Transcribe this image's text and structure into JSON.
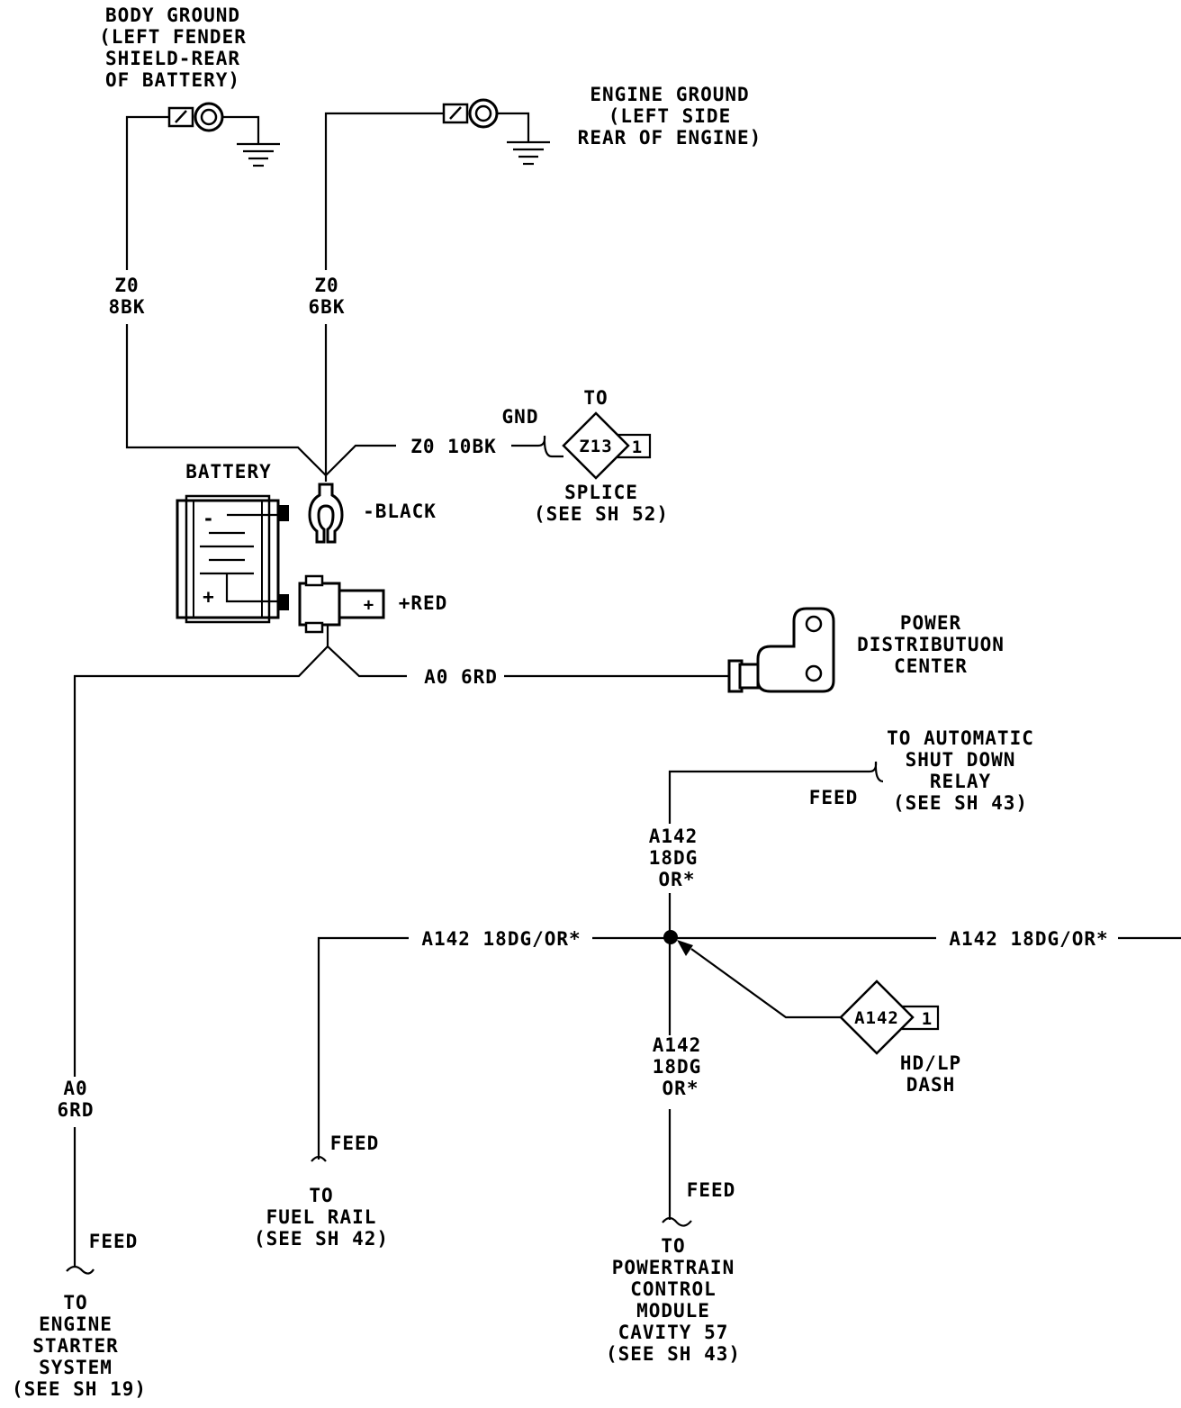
{
  "grounds": {
    "body": {
      "lines": [
        "BODY GROUND",
        "(LEFT FENDER",
        "SHIELD-REAR",
        "OF BATTERY)"
      ]
    },
    "engine": {
      "lines": [
        "ENGINE GROUND",
        "(LEFT SIDE",
        "REAR OF ENGINE)"
      ]
    }
  },
  "wires": {
    "z0_8bk": {
      "circuit": "Z0",
      "gauge_color": "8BK"
    },
    "z0_6bk": {
      "circuit": "Z0",
      "gauge_color": "6BK"
    },
    "z0_10bk": "Z0 10BK",
    "a0_6rd_horizontal": "A0 6RD",
    "a0_6rd_vertical": {
      "circuit": "A0",
      "gauge_color": "6RD"
    },
    "a142_left": "A142 18DG/OR*",
    "a142_right": "A142 18DG/OR*",
    "a142_upper": [
      "A142",
      "18DG",
      "OR*"
    ],
    "a142_lower": [
      "A142",
      "18DG",
      "OR*"
    ]
  },
  "battery": {
    "label": "BATTERY",
    "neg_label": "-BLACK",
    "pos_label": "+RED",
    "neg_symbol": "-",
    "pos_symbol": "+"
  },
  "splice_z13": {
    "to": "TO",
    "gnd": "GND",
    "id": "Z13",
    "pin": "1",
    "lines": [
      "SPLICE",
      "(SEE SH 52)"
    ]
  },
  "pdc": {
    "lines": [
      "POWER",
      "DISTRIBUTUON",
      "CENTER"
    ]
  },
  "asd_relay": {
    "feed": "FEED",
    "lines": [
      "TO AUTOMATIC",
      "SHUT DOWN",
      "RELAY",
      "(SEE SH 43)"
    ]
  },
  "hdlp": {
    "id": "A142",
    "pin": "1",
    "lines": [
      "HD/LP",
      "DASH"
    ]
  },
  "starter": {
    "feed": "FEED",
    "lines": [
      "TO",
      "ENGINE",
      "STARTER",
      "SYSTEM",
      "(SEE SH 19)"
    ]
  },
  "fuel_rail": {
    "feed": "FEED",
    "lines": [
      "TO",
      "FUEL RAIL",
      "(SEE SH 42)"
    ]
  },
  "pcm": {
    "feed": "FEED",
    "lines": [
      "TO",
      "POWERTRAIN",
      "CONTROL",
      "MODULE",
      "CAVITY 57",
      "(SEE SH 43)"
    ]
  }
}
